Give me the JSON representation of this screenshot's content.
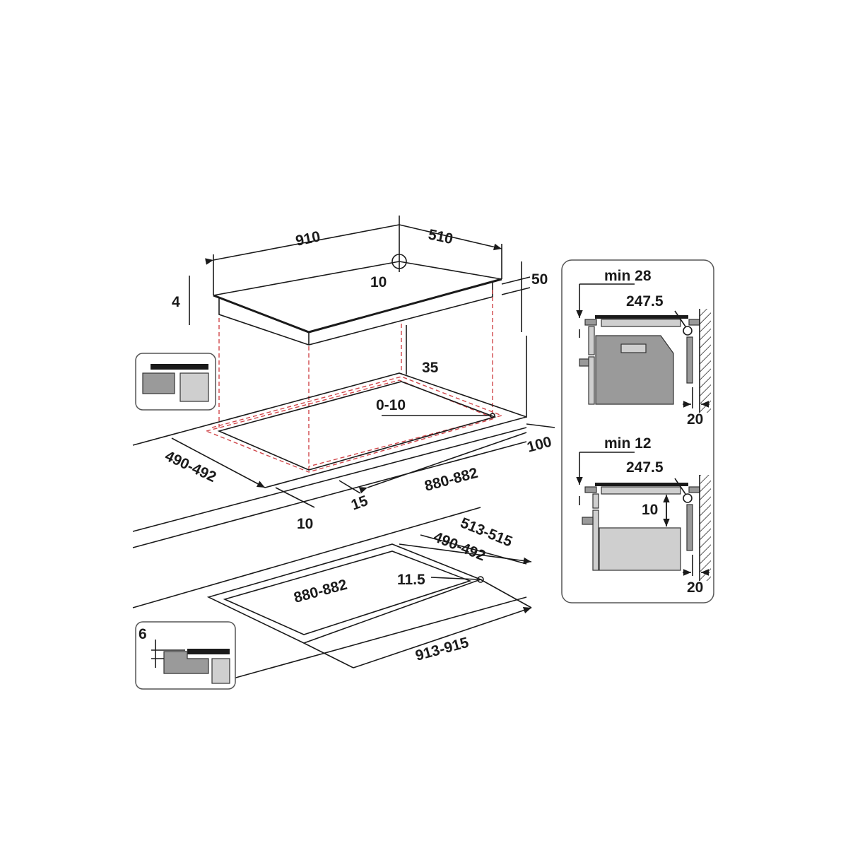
{
  "colors": {
    "line": "#1a1a1a",
    "projection": "#d0464a",
    "fill_dark": "#9a9a9a",
    "fill_light": "#cfcfcf"
  },
  "hob": {
    "width": "910",
    "depth": "510",
    "corner": "10",
    "glass": "4",
    "height": "50"
  },
  "cutout_top": {
    "rear_clearance": "35",
    "tolerance": "0-10",
    "depth": "490-492",
    "width": "880-882",
    "front_gap": "15",
    "front_offset": "10",
    "side_clearance": "100"
  },
  "cutout_flush": {
    "outer_depth": "513-515",
    "inner_depth": "490-492",
    "inner_width": "880-882",
    "radius": "11.5",
    "outer_width": "913-915",
    "recess": "6"
  },
  "side_views": {
    "oven": {
      "min_label": "min 28",
      "radius": "247.5",
      "wall_gap": "20"
    },
    "drawer": {
      "min_label": "min 12",
      "radius": "247.5",
      "gap": "10",
      "wall_gap": "20"
    }
  }
}
